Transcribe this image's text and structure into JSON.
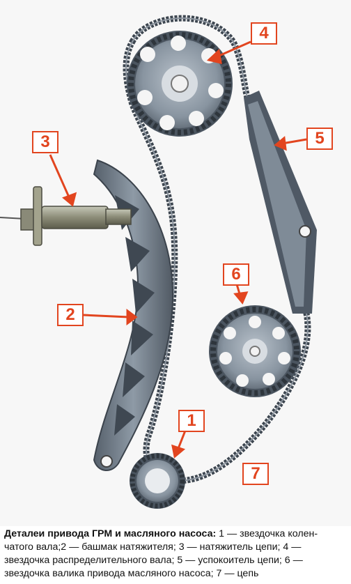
{
  "labels": [
    "1",
    "2",
    "3",
    "4",
    "5",
    "6",
    "7"
  ],
  "caption": {
    "title": "Деталеи привода ГРМ и масляного насоса:",
    "text": " 1 — звездочка колен- чатого вала;2 — башмак натяжителя; 3 — натяжитель цепи; 4 — звездочка распределительного вала; 5 — успокоитель цепи; 6 — звездочка валика привода масляного насоса; 7 — цепь"
  },
  "colors": {
    "label_accent": "#e2451f",
    "metal": "#6f7f8f",
    "chain": "#3d4650"
  }
}
